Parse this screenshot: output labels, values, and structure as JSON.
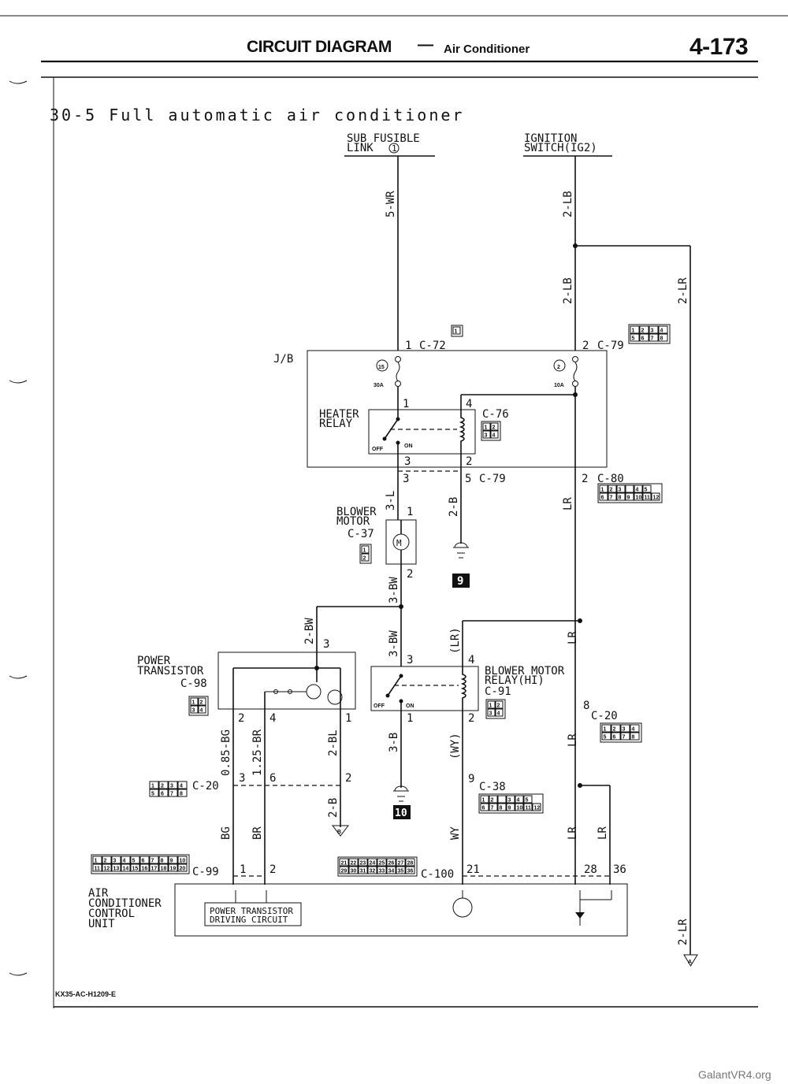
{
  "header": {
    "title": "CIRCUIT DIAGRAM",
    "separator": "—",
    "subtitle": "Air Conditioner",
    "page_number": "4-173"
  },
  "section_title": "30-5 Full automatic air conditioner",
  "doc_code": "KX35-AC-H1209-E",
  "watermark": "GalantVR4.org",
  "sources": {
    "sub_fusible_link": {
      "line1": "SUB FUSIBLE",
      "line2": "LINK",
      "number": "1"
    },
    "ignition_switch": {
      "line1": "IGNITION",
      "line2": "SWITCH(IG2)"
    }
  },
  "wires": {
    "w_5wr": "5-WR",
    "w_2lb_top": "2-LB",
    "w_2lb_mid": "2-LB",
    "w_2lr_right": "2-LR",
    "w_2lr_bottom": "2-LR",
    "w_3l": "3-L",
    "w_2b_gnd9": "2-B",
    "w_lr_c80": "LR",
    "w_3bw_motor": "3-BW",
    "w_2bw": "2-BW",
    "w_3bw_relay": "3-BW",
    "w_lr_paren": "(LR)",
    "w_lr_mid": "LR",
    "w_3b": "3-B",
    "w_wy_paren": "(WY)",
    "w_lr_c20": "LR",
    "w_085bg": "0.85-BG",
    "w_125br": "1.25-BR",
    "w_2bl": "2-BL",
    "w_2b_b": "2-B",
    "w_bg": "BG",
    "w_br": "BR",
    "w_wy": "WY",
    "w_lr_28": "LR",
    "w_lr_36": "LR"
  },
  "junction_block": {
    "label": "J/B",
    "fuse_15": {
      "number": "15",
      "rating": "30A"
    },
    "fuse_2": {
      "number": "2",
      "rating": "10A"
    },
    "heater_relay": {
      "line1": "HEATER",
      "line2": "RELAY",
      "off": "OFF",
      "on": "ON",
      "connector": "C-76"
    }
  },
  "connectors": {
    "c72": {
      "pin": "1",
      "name": "C-72"
    },
    "c79_top": {
      "pin": "2",
      "name": "C-79"
    },
    "c79_mid": {
      "pin_left": "3",
      "pin": "5",
      "name": "C-79"
    },
    "c80": {
      "pin": "2",
      "name": "C-80"
    },
    "c20_right": {
      "pin": "8",
      "name": "C-20"
    },
    "c20_left": {
      "name": "C-20",
      "pins": [
        "3",
        "6",
        "2"
      ]
    },
    "c38": {
      "pin": "9",
      "name": "C-38"
    },
    "c99": {
      "name": "C-99",
      "pins": [
        "1",
        "2"
      ]
    },
    "c100": {
      "name": "C-100",
      "pins": [
        "21",
        "28",
        "36"
      ]
    }
  },
  "relay_pins": {
    "hr_1": "1",
    "hr_4": "4",
    "hr_3": "3",
    "hr_2": "2"
  },
  "blower_motor": {
    "line1": "BLOWER",
    "line2": "MOTOR",
    "connector": "C-37",
    "pin1": "1",
    "pin2": "2",
    "symbol": "M"
  },
  "power_transistor": {
    "line1": "POWER",
    "line2": "TRANSISTOR",
    "connector": "C-98",
    "pin3": "3",
    "pin2": "2",
    "pin4": "4",
    "pin1": "1"
  },
  "blower_motor_relay": {
    "line1": "BLOWER MOTOR",
    "line2": "RELAY(HI)",
    "connector": "C-91",
    "pin3": "3",
    "pin4": "4",
    "pin1": "1",
    "pin2": "2",
    "off": "OFF",
    "on": "ON"
  },
  "grounds": {
    "g9": "9",
    "g10": "10"
  },
  "refs": {
    "a": "A",
    "b": "B"
  },
  "control_unit": {
    "line1": "AIR",
    "line2": "CONDITIONER",
    "line3": "CONTROL",
    "line4": "UNIT",
    "driver_line1": "POWER TRANSISTOR",
    "driver_line2": "DRIVING CIRCUIT"
  },
  "connector_faces": {
    "c72": [
      "1"
    ],
    "c79": [
      [
        "1",
        "2",
        "3",
        "4"
      ],
      [
        "5",
        "6",
        "7",
        "8"
      ]
    ],
    "c76": [
      [
        "1",
        "2"
      ],
      [
        "3",
        "4"
      ]
    ],
    "c80": [
      [
        "1",
        "2",
        "3",
        "",
        "4",
        "5"
      ],
      [
        "6",
        "7",
        "8",
        "9",
        "10",
        "11",
        "12"
      ]
    ],
    "c37": [
      "1",
      "2"
    ],
    "c98": [
      [
        "1",
        "2"
      ],
      [
        "3",
        "4"
      ]
    ],
    "c91": [
      [
        "1",
        "2"
      ],
      [
        "3",
        "4"
      ]
    ],
    "c20": [
      [
        "1",
        "2",
        "3",
        "4"
      ],
      [
        "5",
        "6",
        "7",
        "8"
      ]
    ],
    "c38": [
      [
        "1",
        "2",
        "",
        "3",
        "4",
        "5"
      ],
      [
        "6",
        "7",
        "8",
        "9",
        "10",
        "11",
        "12"
      ]
    ],
    "c99": [
      [
        "1",
        "2",
        "3",
        "4",
        "5",
        "6",
        "7",
        "8",
        "9",
        "10"
      ],
      [
        "11",
        "12",
        "13",
        "14",
        "15",
        "16",
        "17",
        "18",
        "19",
        "20"
      ]
    ],
    "c100": [
      [
        "21",
        "22",
        "23",
        "24",
        "25",
        "26",
        "27",
        "28"
      ],
      [
        "29",
        "30",
        "31",
        "32",
        "33",
        "34",
        "35",
        "36"
      ]
    ]
  }
}
